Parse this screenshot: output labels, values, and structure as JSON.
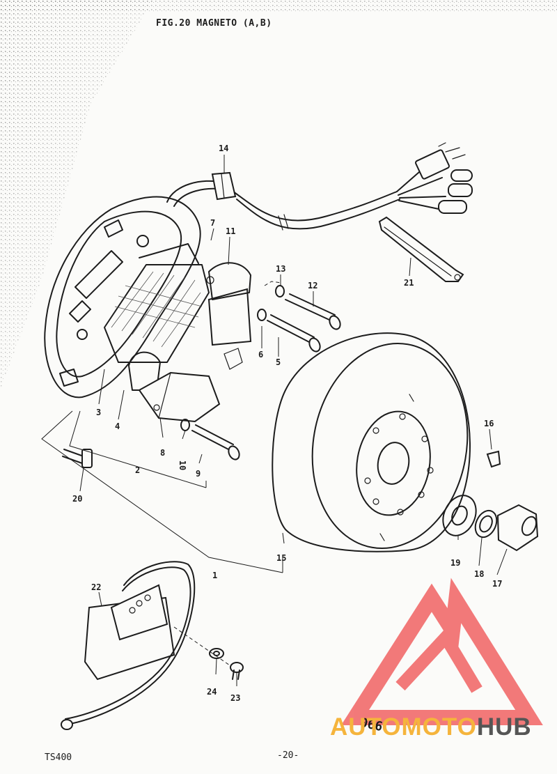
{
  "header": {
    "title": "FIG.20 MAGNETO (A,B)"
  },
  "footer": {
    "model": "TS400",
    "page": "-20-",
    "code": "066"
  },
  "watermark": {
    "part1": "AUTOMOTO",
    "part2": "HUB",
    "color1": "#f5b43c",
    "color2": "#555555",
    "logo_color": "#f26c6c"
  },
  "callouts": [
    "14",
    "7",
    "11",
    "13",
    "12",
    "21",
    "6",
    "5",
    "3",
    "4",
    "8",
    "10",
    "9",
    "2",
    "20",
    "16",
    "1",
    "15",
    "19",
    "18",
    "17",
    "22",
    "24",
    "23"
  ]
}
